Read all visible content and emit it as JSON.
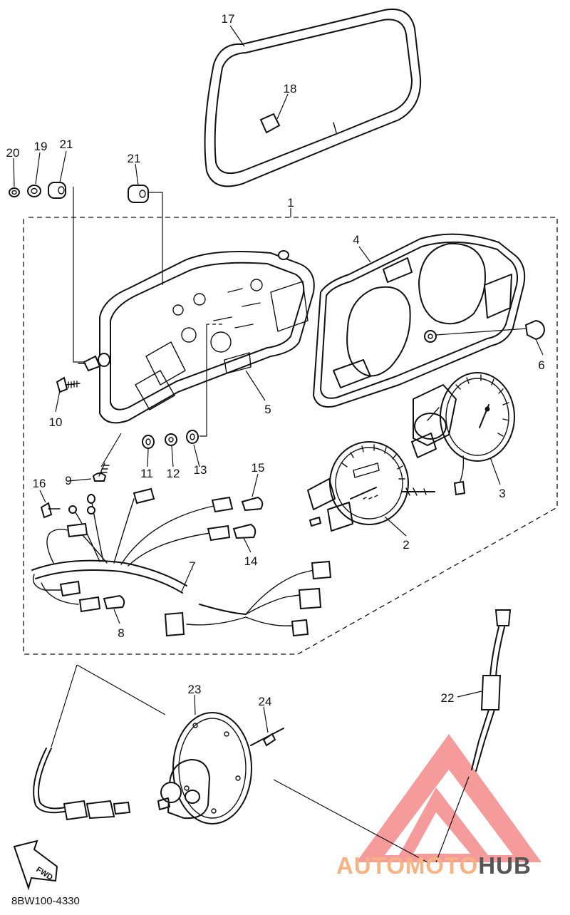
{
  "diagram": {
    "drawing_code": "8BW100-4330",
    "direction_arrow": "FWD",
    "watermark": {
      "part1": "AUTOMOTO",
      "part2": "HUB",
      "accent_color": "#f6b384",
      "text_color": "#555555",
      "logo_color": "#f27a7a"
    },
    "callouts": [
      {
        "id": "1",
        "label": "1"
      },
      {
        "id": "2",
        "label": "2"
      },
      {
        "id": "3",
        "label": "3"
      },
      {
        "id": "4",
        "label": "4"
      },
      {
        "id": "5",
        "label": "5"
      },
      {
        "id": "6",
        "label": "6"
      },
      {
        "id": "7",
        "label": "7"
      },
      {
        "id": "8",
        "label": "8"
      },
      {
        "id": "9",
        "label": "9"
      },
      {
        "id": "10",
        "label": "10"
      },
      {
        "id": "11",
        "label": "11"
      },
      {
        "id": "12",
        "label": "12"
      },
      {
        "id": "13",
        "label": "13"
      },
      {
        "id": "14",
        "label": "14"
      },
      {
        "id": "15",
        "label": "15"
      },
      {
        "id": "16",
        "label": "16"
      },
      {
        "id": "17",
        "label": "17"
      },
      {
        "id": "18",
        "label": "18"
      },
      {
        "id": "19",
        "label": "19"
      },
      {
        "id": "20",
        "label": "20"
      },
      {
        "id": "21a",
        "label": "21"
      },
      {
        "id": "21b",
        "label": "21"
      },
      {
        "id": "22",
        "label": "22"
      },
      {
        "id": "23",
        "label": "23"
      },
      {
        "id": "24",
        "label": "24"
      }
    ]
  }
}
